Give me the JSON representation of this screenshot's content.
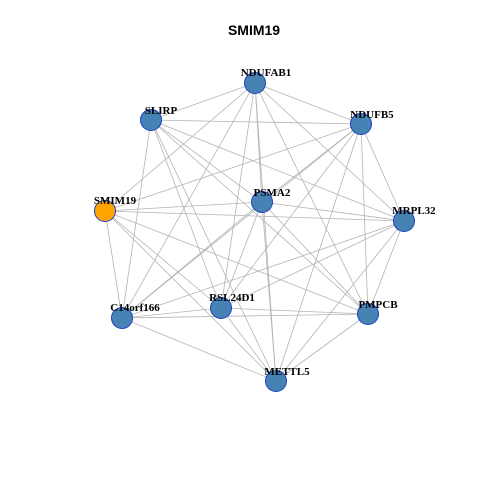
{
  "title": "SMIM19",
  "colors": {
    "query_node": "#FFA500",
    "node": "#4682B4",
    "node_border": "#1F3FBF",
    "edge": "#B4B4B4"
  },
  "nodes": [
    {
      "id": "NDUFAB1",
      "label": "NDUFAB1",
      "query": false
    },
    {
      "id": "SLIRP",
      "label": "SLIRP",
      "query": false
    },
    {
      "id": "NDUFB5",
      "label": "NDUFB5",
      "query": false
    },
    {
      "id": "PSMA2",
      "label": "PSMA2",
      "query": false
    },
    {
      "id": "SMIM19",
      "label": "SMIM19",
      "query": true
    },
    {
      "id": "MRPL32",
      "label": "MRPL32",
      "query": false
    },
    {
      "id": "C14orf166",
      "label": "C14orf166",
      "query": false
    },
    {
      "id": "RSL24D1",
      "label": "RSL24D1",
      "query": false
    },
    {
      "id": "PMPCB",
      "label": "PMPCB",
      "query": false
    },
    {
      "id": "METTL5",
      "label": "METTL5",
      "query": false
    }
  ],
  "edges": [
    [
      "NDUFAB1",
      "SLIRP"
    ],
    [
      "NDUFAB1",
      "NDUFB5"
    ],
    [
      "NDUFAB1",
      "PSMA2"
    ],
    [
      "NDUFAB1",
      "MRPL32"
    ],
    [
      "NDUFAB1",
      "C14orf166"
    ],
    [
      "NDUFAB1",
      "RSL24D1"
    ],
    [
      "NDUFAB1",
      "PMPCB"
    ],
    [
      "NDUFAB1",
      "METTL5"
    ],
    [
      "NDUFAB1",
      "SMIM19"
    ],
    [
      "SLIRP",
      "NDUFB5"
    ],
    [
      "SLIRP",
      "PSMA2"
    ],
    [
      "SLIRP",
      "MRPL32"
    ],
    [
      "SLIRP",
      "C14orf166"
    ],
    [
      "SLIRP",
      "RSL24D1"
    ],
    [
      "SLIRP",
      "PMPCB"
    ],
    [
      "SLIRP",
      "METTL5"
    ],
    [
      "NDUFB5",
      "PSMA2"
    ],
    [
      "NDUFB5",
      "MRPL32"
    ],
    [
      "NDUFB5",
      "C14orf166"
    ],
    [
      "NDUFB5",
      "RSL24D1"
    ],
    [
      "NDUFB5",
      "PMPCB"
    ],
    [
      "NDUFB5",
      "METTL5"
    ],
    [
      "NDUFB5",
      "SMIM19"
    ],
    [
      "PSMA2",
      "SMIM19"
    ],
    [
      "PSMA2",
      "MRPL32"
    ],
    [
      "PSMA2",
      "C14orf166"
    ],
    [
      "PSMA2",
      "RSL24D1"
    ],
    [
      "PSMA2",
      "PMPCB"
    ],
    [
      "PSMA2",
      "METTL5"
    ],
    [
      "SMIM19",
      "MRPL32"
    ],
    [
      "SMIM19",
      "C14orf166"
    ],
    [
      "SMIM19",
      "RSL24D1"
    ],
    [
      "SMIM19",
      "PMPCB"
    ],
    [
      "SMIM19",
      "METTL5"
    ],
    [
      "MRPL32",
      "C14orf166"
    ],
    [
      "MRPL32",
      "RSL24D1"
    ],
    [
      "MRPL32",
      "PMPCB"
    ],
    [
      "MRPL32",
      "METTL5"
    ],
    [
      "C14orf166",
      "RSL24D1"
    ],
    [
      "C14orf166",
      "PMPCB"
    ],
    [
      "C14orf166",
      "METTL5"
    ],
    [
      "RSL24D1",
      "PMPCB"
    ],
    [
      "RSL24D1",
      "METTL5"
    ],
    [
      "PMPCB",
      "METTL5"
    ]
  ]
}
